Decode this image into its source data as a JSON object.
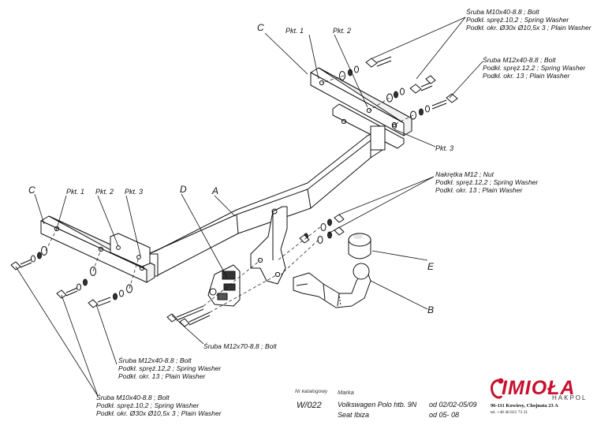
{
  "callouts": {
    "top_right_1": {
      "line1": "Śruba M10x40-8.8 ;  Bolt",
      "line2": "Podkł. spręż.10,2 ; Spring Washer",
      "line3": "Podkł. okr. Ø30x Ø10,5x 3 ; Plain Washer"
    },
    "top_right_2": {
      "line1": "Śruba M12x40-8.8 ;  Bolt",
      "line2": "Podkł. spręż.12,2 ; Spring Washer",
      "line3": "Podkł. okr. 13 ; Plain Washer"
    },
    "nut_group": {
      "line1": "Nakrętka  M12 ; Nut",
      "line2": "Podkł. spręż.12,2 ; Spring Washer",
      "line3": "Podkł. okr. 13 ; Plain Washer"
    },
    "bolt_m12x70": "Śruba M12x70-8.8 ;  Bolt",
    "bottom_mid": {
      "line1": "Śruba M12x40-8.8 ;  Bolt",
      "line2": "Podkł. spręż.12,2 ; Spring Washer",
      "line3": "Podkł. okr. 13 ; Plain Washer"
    },
    "bottom_left": {
      "line1": "Śruba M10x40-8.8 ;  Bolt",
      "line2": "Podkł. spręż.10,2 ; Spring Washer",
      "line3": "Podkł. okr. Ø30x Ø10,5x 3 ; Plain Washer"
    }
  },
  "points": {
    "pkt1": "Pkt. 1",
    "pkt2": "Pkt. 2",
    "pkt3": "Pkt. 3"
  },
  "letters": {
    "A": "A",
    "B": "B",
    "C": "C",
    "D": "D",
    "E": "E"
  },
  "title_block": {
    "catalog_label": "Nr katalogowy",
    "catalog_number": "W/022",
    "brand_label": "Marka",
    "model_1": "Volkswagen Polo htb. 9N",
    "from_1": "od  02/02-05/09",
    "model_2": "Seat Ibiza",
    "from_2": "od  05- 08"
  },
  "company": {
    "logo": "IMIOŁA",
    "sub": "HAKPOL",
    "address": "96-111 Kowiesy, Chojnata 23 A",
    "phone": "tel. +48 46 831 73 31"
  }
}
